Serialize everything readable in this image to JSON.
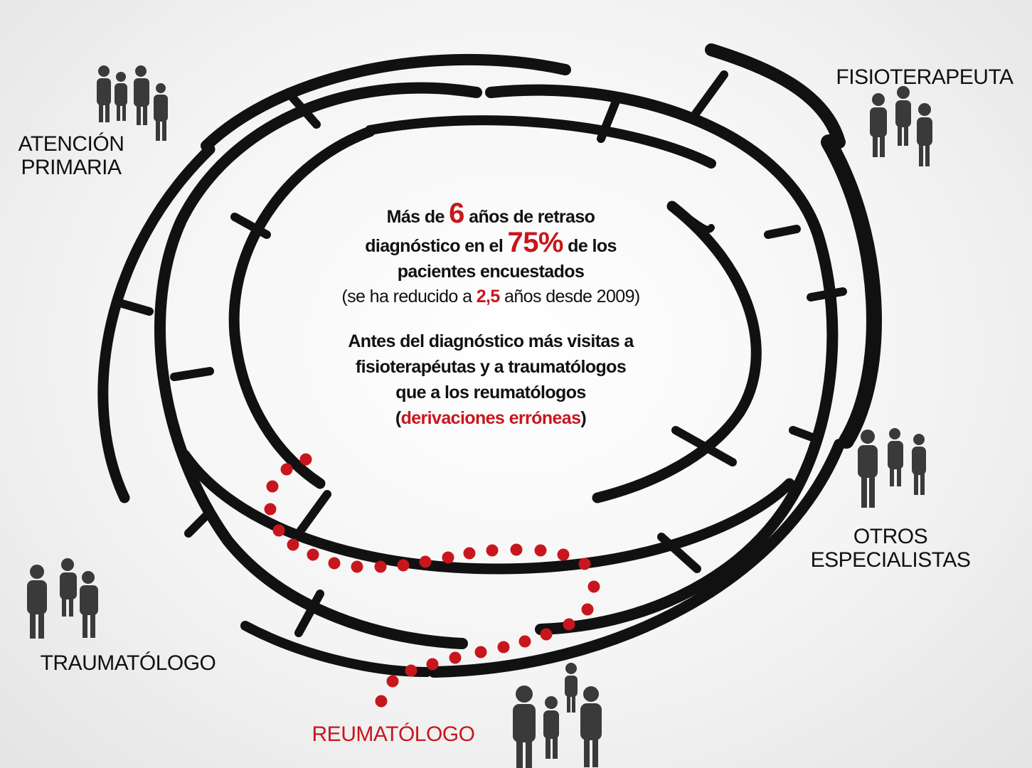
{
  "labels": {
    "atencion_primaria": [
      "ATENCIÓN",
      "PRIMARIA"
    ],
    "fisioterapeuta": "FISIOTERAPEUTA",
    "otros_especialistas": [
      "OTROS",
      "ESPECIALISTAS"
    ],
    "traumatologo": "TRAUMATÓLOGO",
    "reumatologo": "REUMATÓLOGO"
  },
  "center": {
    "line1_pre": "Más de ",
    "line1_num": "6",
    "line1_post": " años de retraso",
    "line2_pre": "diagnóstico en el ",
    "line2_num": "75%",
    "line2_post": " de los",
    "line3": "pacientes encuestados",
    "line4_pre": "(se ha reducido a ",
    "line4_num": "2,5",
    "line4_post": " años desde 2009)",
    "line5": "Antes del diagnóstico más visitas a",
    "line6": "fisioterapéutas y a traumatólogos",
    "line7": "que a los reumatólogos",
    "line8_open": "(",
    "line8_red": "derivaciones erróneas",
    "line8_close": ")"
  },
  "colors": {
    "accent": "#c8161d",
    "ink": "#111111",
    "people": "#3a3a3a"
  },
  "icons": [
    "people-group-icon"
  ]
}
